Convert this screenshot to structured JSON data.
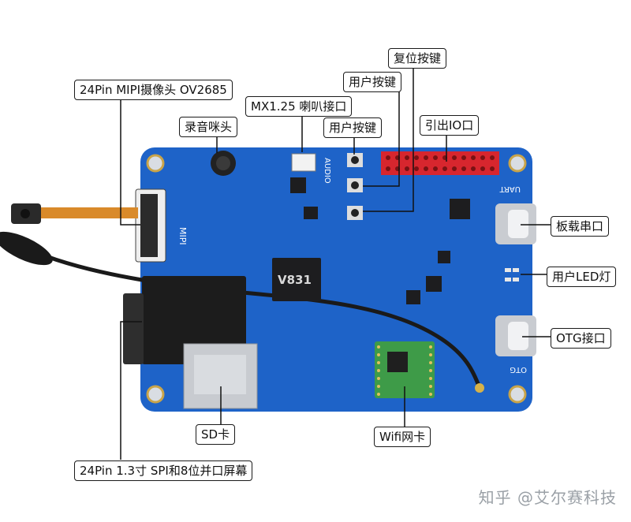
{
  "callouts": {
    "fuwei": "复位按键",
    "yonghu_top": "用户按键",
    "mipi_cam": "24Pin MIPI摄像头 OV2685",
    "speaker": "MX1.25 喇叭接口",
    "mic": "录音咪头",
    "yonghu_mid": "用户按键",
    "io": "引出IO口",
    "uart": "板载串口",
    "led": "用户LED灯",
    "otg": "OTG接口",
    "sd": "SD卡",
    "wifi": "Wifi网卡",
    "screen": "24Pin 1.3寸 SPI和8位并口屏幕"
  },
  "board": {
    "chip_label": "V831",
    "silk_mipi": "MIPI",
    "silk_uart": "UART",
    "silk_otg": "OTG",
    "silk_audio": "AUDIO"
  },
  "watermark": "知乎 @艾尔赛科技",
  "colors": {
    "pcb": "#1e63c8",
    "pcb_dark": "#174f9f",
    "header": "#d7262e",
    "chip": "#1d1d1f",
    "wifi_module": "#3e9b48"
  }
}
